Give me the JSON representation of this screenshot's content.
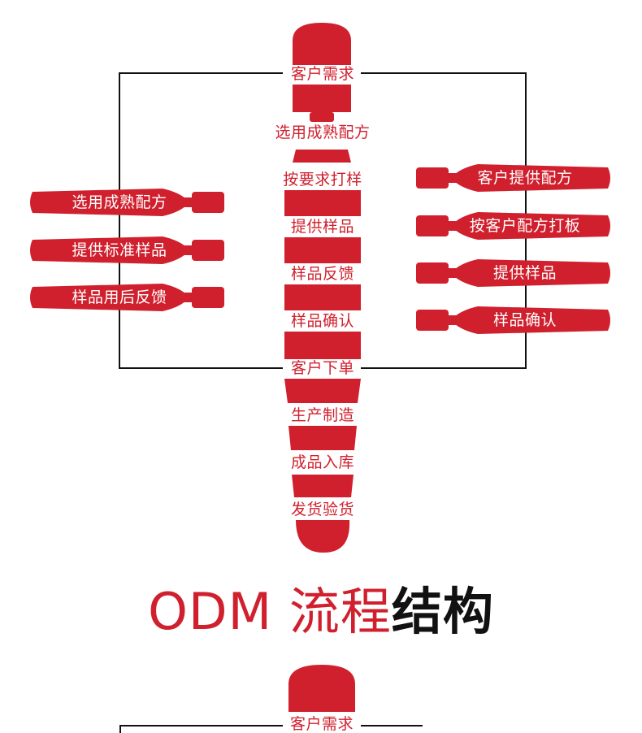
{
  "colors": {
    "accent": "#d0202e",
    "line": "#111111",
    "background": "#ffffff"
  },
  "top_diagram": {
    "center_steps": [
      "客户需求",
      "选用成熟配方",
      "按要求打样",
      "提供样品",
      "样品反馈",
      "样品确认",
      "客户下单",
      "生产制造",
      "成品入库",
      "发货验货"
    ],
    "left_branch": [
      "选用成熟配方",
      "提供标准样品",
      "样品用后反馈"
    ],
    "right_branch": [
      "客户提供配方",
      "按客户配方打板",
      "提供样品",
      "样品确认"
    ]
  },
  "section_title": {
    "part_red": "ODM 流程",
    "part_black": "结构"
  },
  "bottom_diagram": {
    "first_step": "客户需求"
  }
}
